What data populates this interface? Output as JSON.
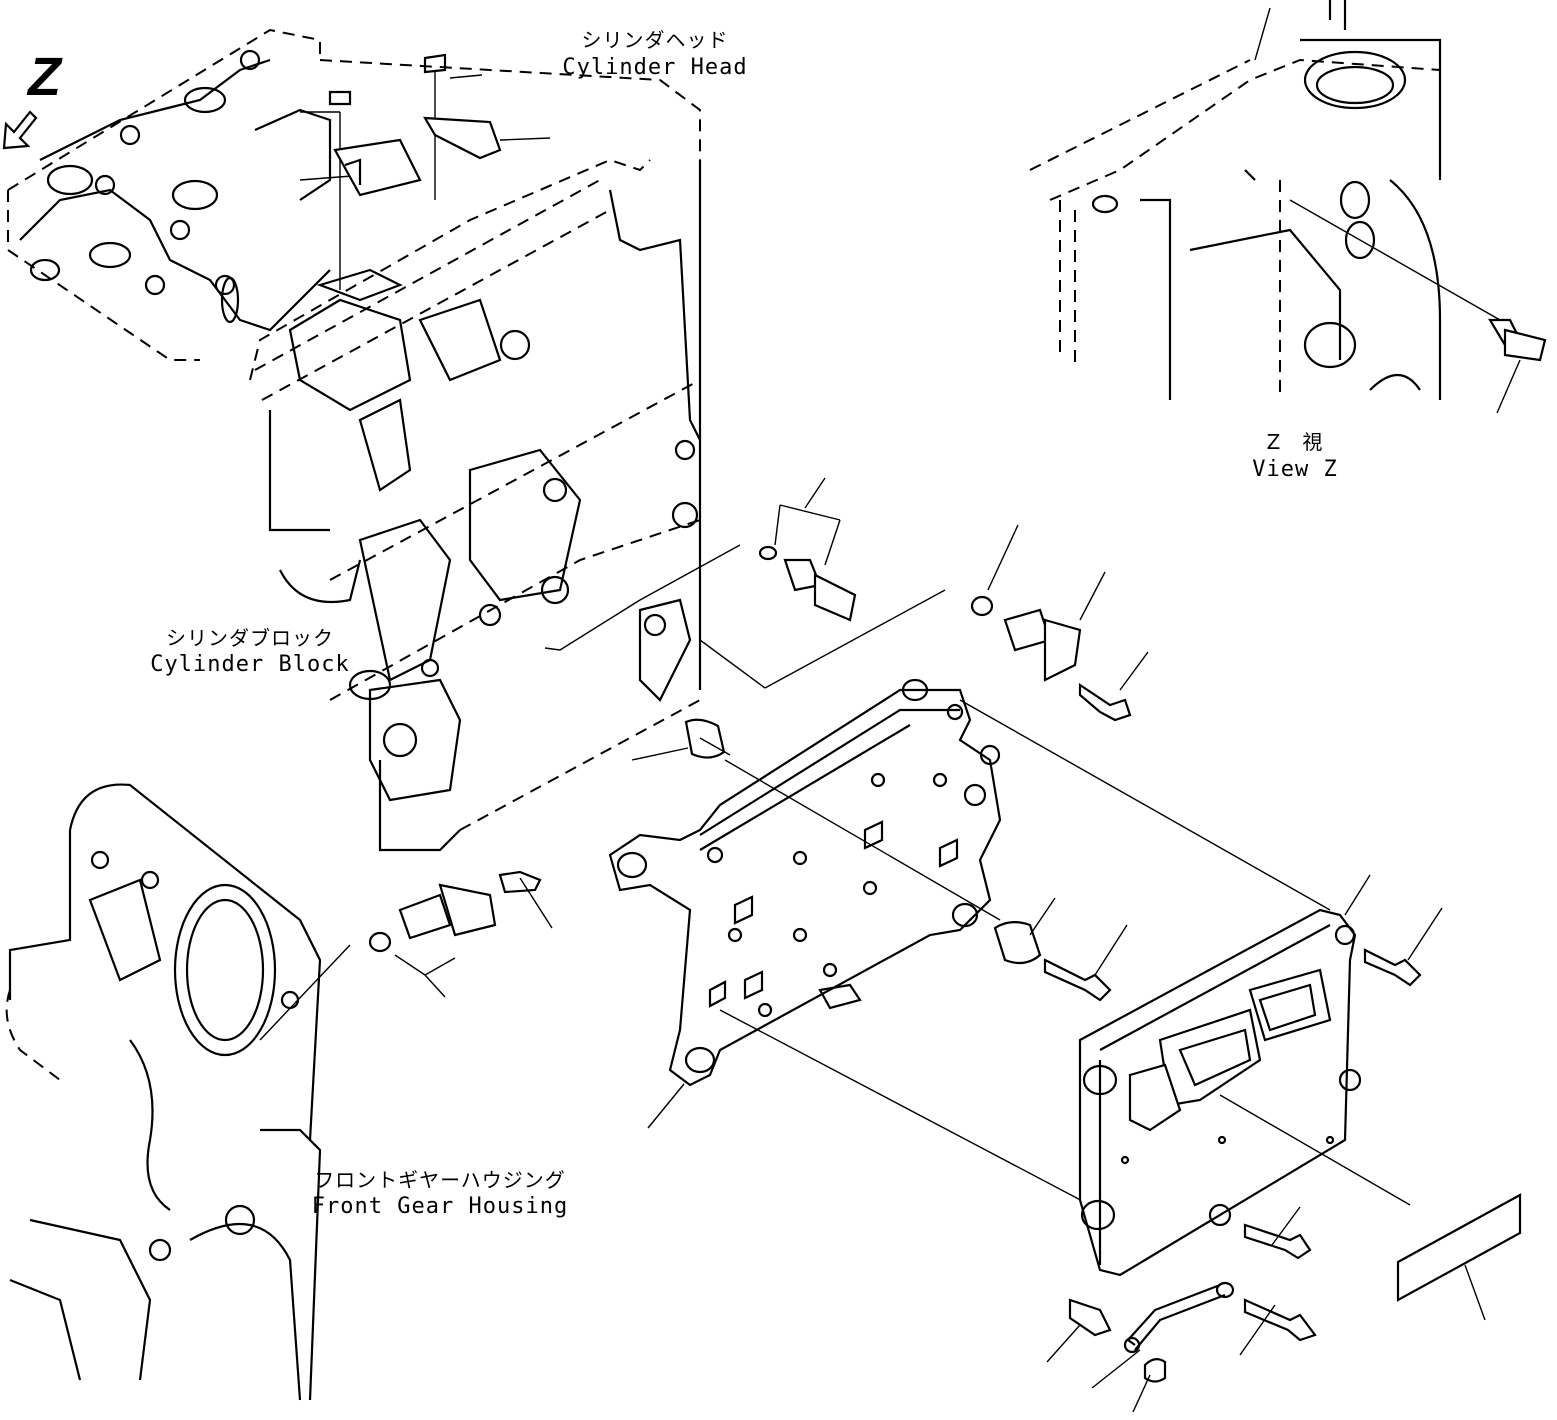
{
  "view_marker": "Z",
  "labels": {
    "cylinder_head": {
      "jp": "シリンダヘッド",
      "en": "Cylinder Head"
    },
    "cylinder_block": {
      "jp": "シリンダブロック",
      "en": "Cylinder Block"
    },
    "front_gear_housing": {
      "jp": "フロントギヤーハウジング",
      "en": "Front Gear Housing"
    },
    "view_z": {
      "jp": "Z　視",
      "en": "View Z"
    }
  }
}
